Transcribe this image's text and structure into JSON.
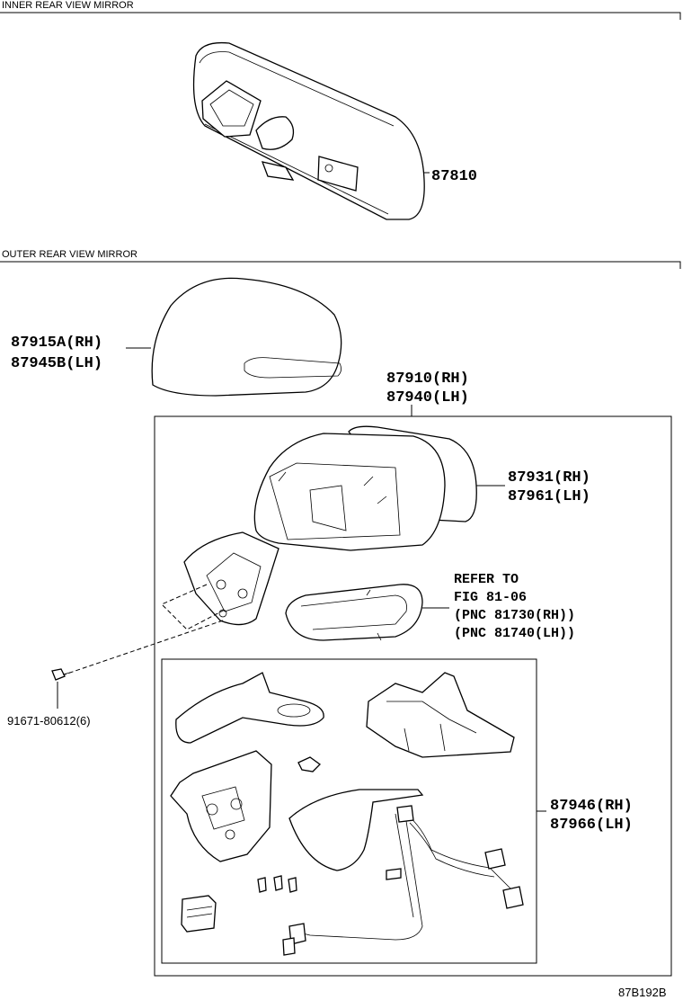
{
  "sections": {
    "inner": "INNER REAR VIEW MIRROR",
    "outer": "OUTER REAR VIEW MIRROR"
  },
  "parts": {
    "p87810": "87810",
    "p87915a": "87915A(RH)",
    "p87945b": "87945B(LH)",
    "p87910": "87910(RH)",
    "p87940": "87940(LH)",
    "p87931": "87931(RH)",
    "p87961": "87961(LH)",
    "p91671": "91671-80612(6)",
    "p87946": "87946(RH)",
    "p87966": "87966(LH)"
  },
  "refer": {
    "line1": "REFER TO",
    "line2": "FIG 81-06",
    "line3": "(PNC 81730(RH))",
    "line4": "(PNC 81740(LH))"
  },
  "figure_code": "87B192B"
}
